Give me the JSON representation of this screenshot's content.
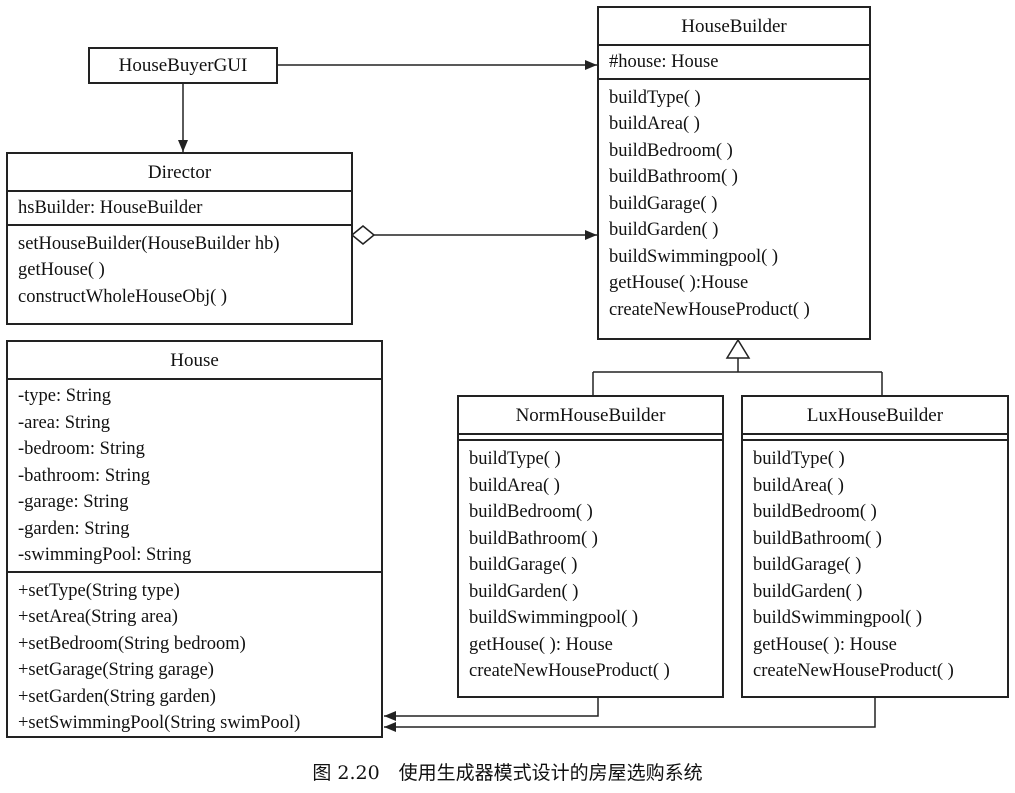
{
  "caption": "图 2.20　使用生成器模式设计的房屋选购系统",
  "house_buyer_gui": {
    "name": "HouseBuyerGUI"
  },
  "director": {
    "name": "Director",
    "attributes": [
      "hsBuilder: HouseBuilder"
    ],
    "operations": [
      "setHouseBuilder(HouseBuilder hb)",
      "getHouse( )",
      "constructWholeHouseObj( )"
    ]
  },
  "house_builder": {
    "name": "HouseBuilder",
    "attributes": [
      "#house: House"
    ],
    "operations": [
      "buildType( )",
      "buildArea( )",
      "buildBedroom( )",
      "buildBathroom( )",
      "buildGarage( )",
      "buildGarden( )",
      "buildSwimmingpool( )",
      "getHouse( ):House",
      "createNewHouseProduct( )"
    ]
  },
  "house": {
    "name": "House",
    "attributes": [
      "-type: String",
      "-area: String",
      "-bedroom: String",
      "-bathroom: String",
      "-garage: String",
      "-garden: String",
      "-swimmingPool: String"
    ],
    "operations": [
      "+setType(String type)",
      "+setArea(String area)",
      "+setBedroom(String bedroom)",
      "+setGarage(String garage)",
      "+setGarden(String garden)",
      "+setSwimmingPool(String swimPool)"
    ]
  },
  "norm_house_builder": {
    "name": "NormHouseBuilder",
    "attributes": [],
    "operations": [
      "buildType( )",
      "buildArea( )",
      "buildBedroom( )",
      "buildBathroom( )",
      "buildGarage( )",
      "buildGarden( )",
      "buildSwimmingpool( )",
      "getHouse( ): House",
      "createNewHouseProduct( )"
    ]
  },
  "lux_house_builder": {
    "name": "LuxHouseBuilder",
    "attributes": [],
    "operations": [
      "buildType( )",
      "buildArea( )",
      "buildBedroom( )",
      "buildBathroom( )",
      "buildGarage( )",
      "buildGarden( )",
      "buildSwimmingpool( )",
      "getHouse( ): House",
      "createNewHouseProduct( )"
    ]
  }
}
